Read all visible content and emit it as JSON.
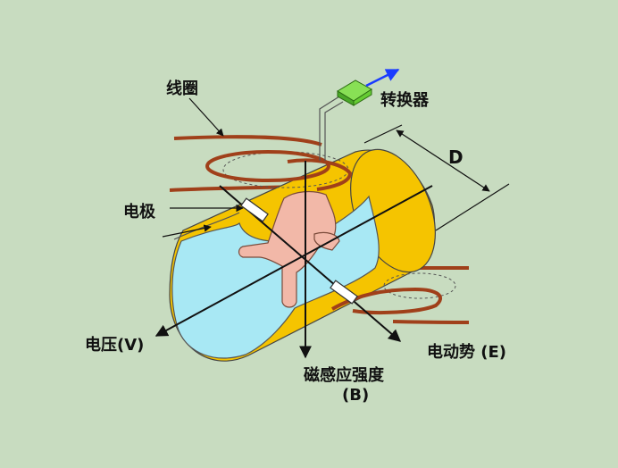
{
  "labels": {
    "coil": "线圈",
    "converter": "转换器",
    "electrode": "电极",
    "diameter": "D",
    "voltage": "电压(V)",
    "emf": "电动势 (E)",
    "flux_density": "磁感应强度",
    "flux_density_symbol": "(B)"
  },
  "colors": {
    "background": "#c8dcc0",
    "pipe_outer": "#f5c400",
    "pipe_inner": "#a8e8f4",
    "coil": "#a0401a",
    "hand": "#f2b8a8",
    "converter": "#66cc33",
    "arrow_blue": "#1a3cff"
  }
}
